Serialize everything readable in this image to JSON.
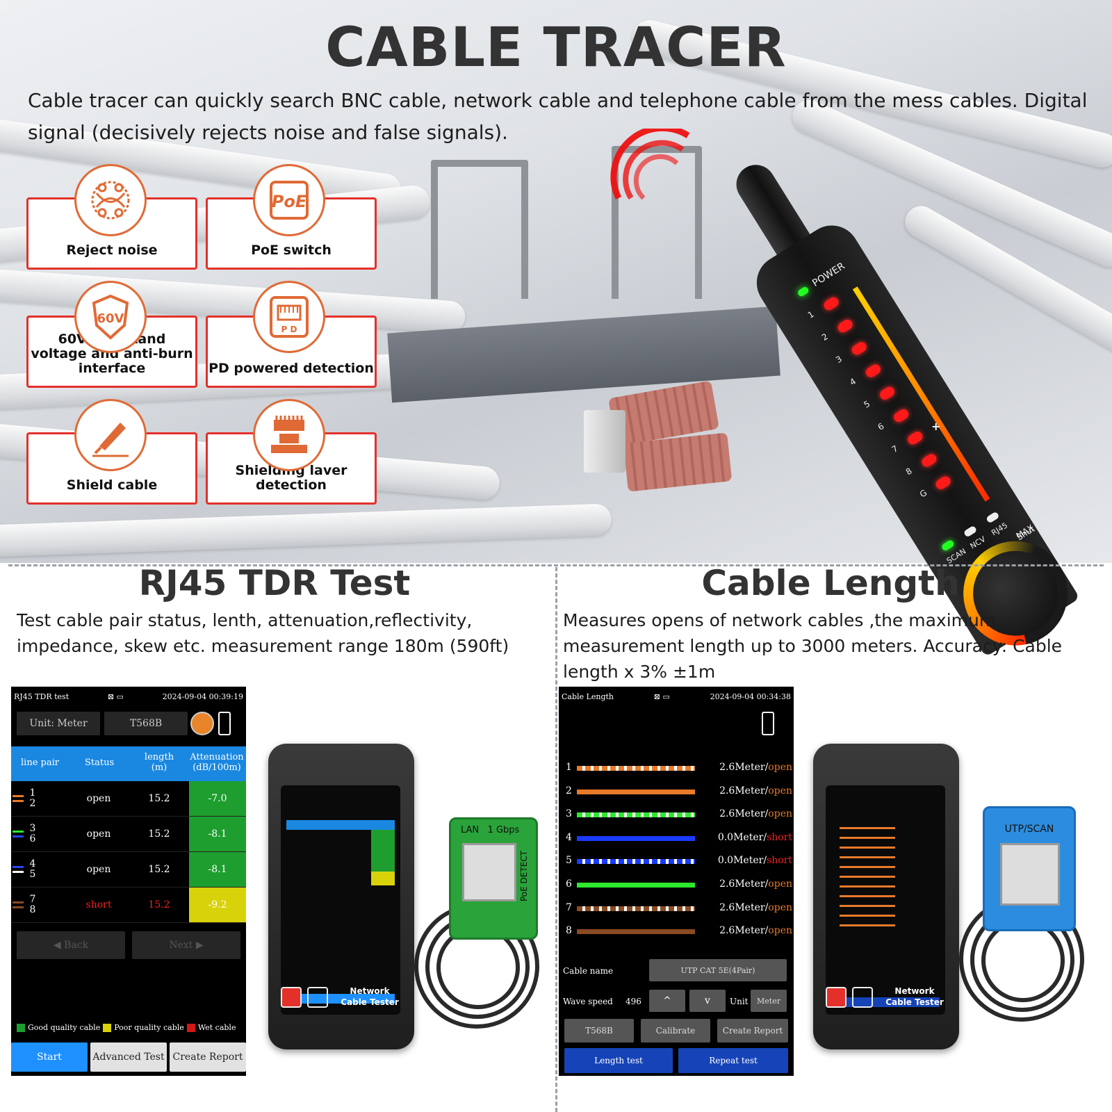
{
  "header": {
    "title": "CABLE TRACER",
    "intro": "Cable tracer can quickly search BNC cable, network cable and telephone cable from the mess cables. Digital signal (decisively rejects noise and false signals)."
  },
  "features": [
    {
      "label": "Reject noise",
      "icon": "noise-rejection-icon"
    },
    {
      "label": "PoE switch",
      "icon": "poe-icon",
      "icon_text": "PoE"
    },
    {
      "label": "60V withstand voltage and anti-burn interface",
      "icon": "shield-60v-icon",
      "icon_text": "60V"
    },
    {
      "label": "PD powered detection",
      "icon": "pd-port-icon",
      "icon_text": "P D"
    },
    {
      "label": "Shield cable",
      "icon": "probe-icon"
    },
    {
      "label": "Shielding laver detection",
      "icon": "shielding-layer-icon"
    }
  ],
  "tracer": {
    "power": "POWER",
    "leds": [
      "1",
      "2",
      "3",
      "4",
      "5",
      "6",
      "7",
      "8",
      "G"
    ],
    "modes": [
      "SCAN",
      "NCV",
      "RJ45"
    ],
    "max": "MAX",
    "plus": "+",
    "shut": "Shut",
    "minus": "-"
  },
  "tdr": {
    "title": "RJ45 TDR Test",
    "desc": "Test cable pair status, lenth, attenuation,reflectivity, impedance, skew etc. measurement range 180m (590ft)",
    "screen_title": "RJ45 TDR test",
    "datetime": "2024-09-04 00:39:19",
    "unit": "Unit: Meter",
    "standard": "T568B",
    "columns": [
      "line pair",
      "Status",
      "length (m)",
      "Attenuation (dB/100m)"
    ],
    "rows": [
      {
        "pair_top": "1",
        "pair_bottom": "2",
        "status": "open",
        "length": "15.2",
        "atten": "-7.0",
        "state": "good"
      },
      {
        "pair_top": "3",
        "pair_bottom": "6",
        "status": "open",
        "length": "15.2",
        "atten": "-8.1",
        "state": "good"
      },
      {
        "pair_top": "4",
        "pair_bottom": "5",
        "status": "open",
        "length": "15.2",
        "atten": "-8.1",
        "state": "good"
      },
      {
        "pair_top": "7",
        "pair_bottom": "8",
        "status": "short",
        "length": "15.2",
        "atten": "-9.2",
        "state": "poor"
      }
    ],
    "back": "◀ Back",
    "next": "Next ▶",
    "legend": [
      "Good quality cable",
      "Poor quality cable",
      "Wet cable"
    ],
    "start": "Start",
    "advanced": "Advanced Test",
    "report": "Create Report",
    "device_label1": "Network",
    "device_label2": "Cable Tester",
    "port_label": "LAN",
    "port_speed": "1 Gbps",
    "port_side": "PoE DETECT"
  },
  "length": {
    "title": "Cable Length",
    "desc": "Measures opens of network cables ,the maximum measurement length up to 3000 meters. Accuracy: Cable length x 3% ±1m",
    "screen_title": "Cable Length",
    "datetime": "2024-09-04 00:34:38",
    "wires": [
      {
        "n": "1",
        "value": "2.6Meter/",
        "state": "open"
      },
      {
        "n": "2",
        "value": "2.6Meter/",
        "state": "open"
      },
      {
        "n": "3",
        "value": "2.6Meter/",
        "state": "open"
      },
      {
        "n": "4",
        "value": "0.0Meter/",
        "state": "short"
      },
      {
        "n": "5",
        "value": "0.0Meter/",
        "state": "short"
      },
      {
        "n": "6",
        "value": "2.6Meter/",
        "state": "open"
      },
      {
        "n": "7",
        "value": "2.6Meter/",
        "state": "open"
      },
      {
        "n": "8",
        "value": "2.6Meter/",
        "state": "open"
      }
    ],
    "cable_name_label": "Cable name",
    "cable_name": "UTP CAT 5E(4Pair)",
    "wave_label": "Wave speed",
    "wave_value": "496",
    "up": "^",
    "down": "v",
    "unit_label": "Unit",
    "unit_value": "Meter",
    "t568b": "T568B",
    "calibrate": "Calibrate",
    "report": "Create Report",
    "length_test": "Length test",
    "repeat": "Repeat test",
    "device_label1": "Network",
    "device_label2": "Cable Tester",
    "port_label": "UTP/SCAN"
  },
  "colors": {
    "accent_red": "#e3302a",
    "icon_orange": "#e06a35",
    "good": "#1e9e2e",
    "poor": "#d8d20a",
    "wet": "#d01818",
    "table_head": "#1a88e0",
    "btn_blue": "#1e90ff",
    "btn_navy": "#1644b8"
  }
}
